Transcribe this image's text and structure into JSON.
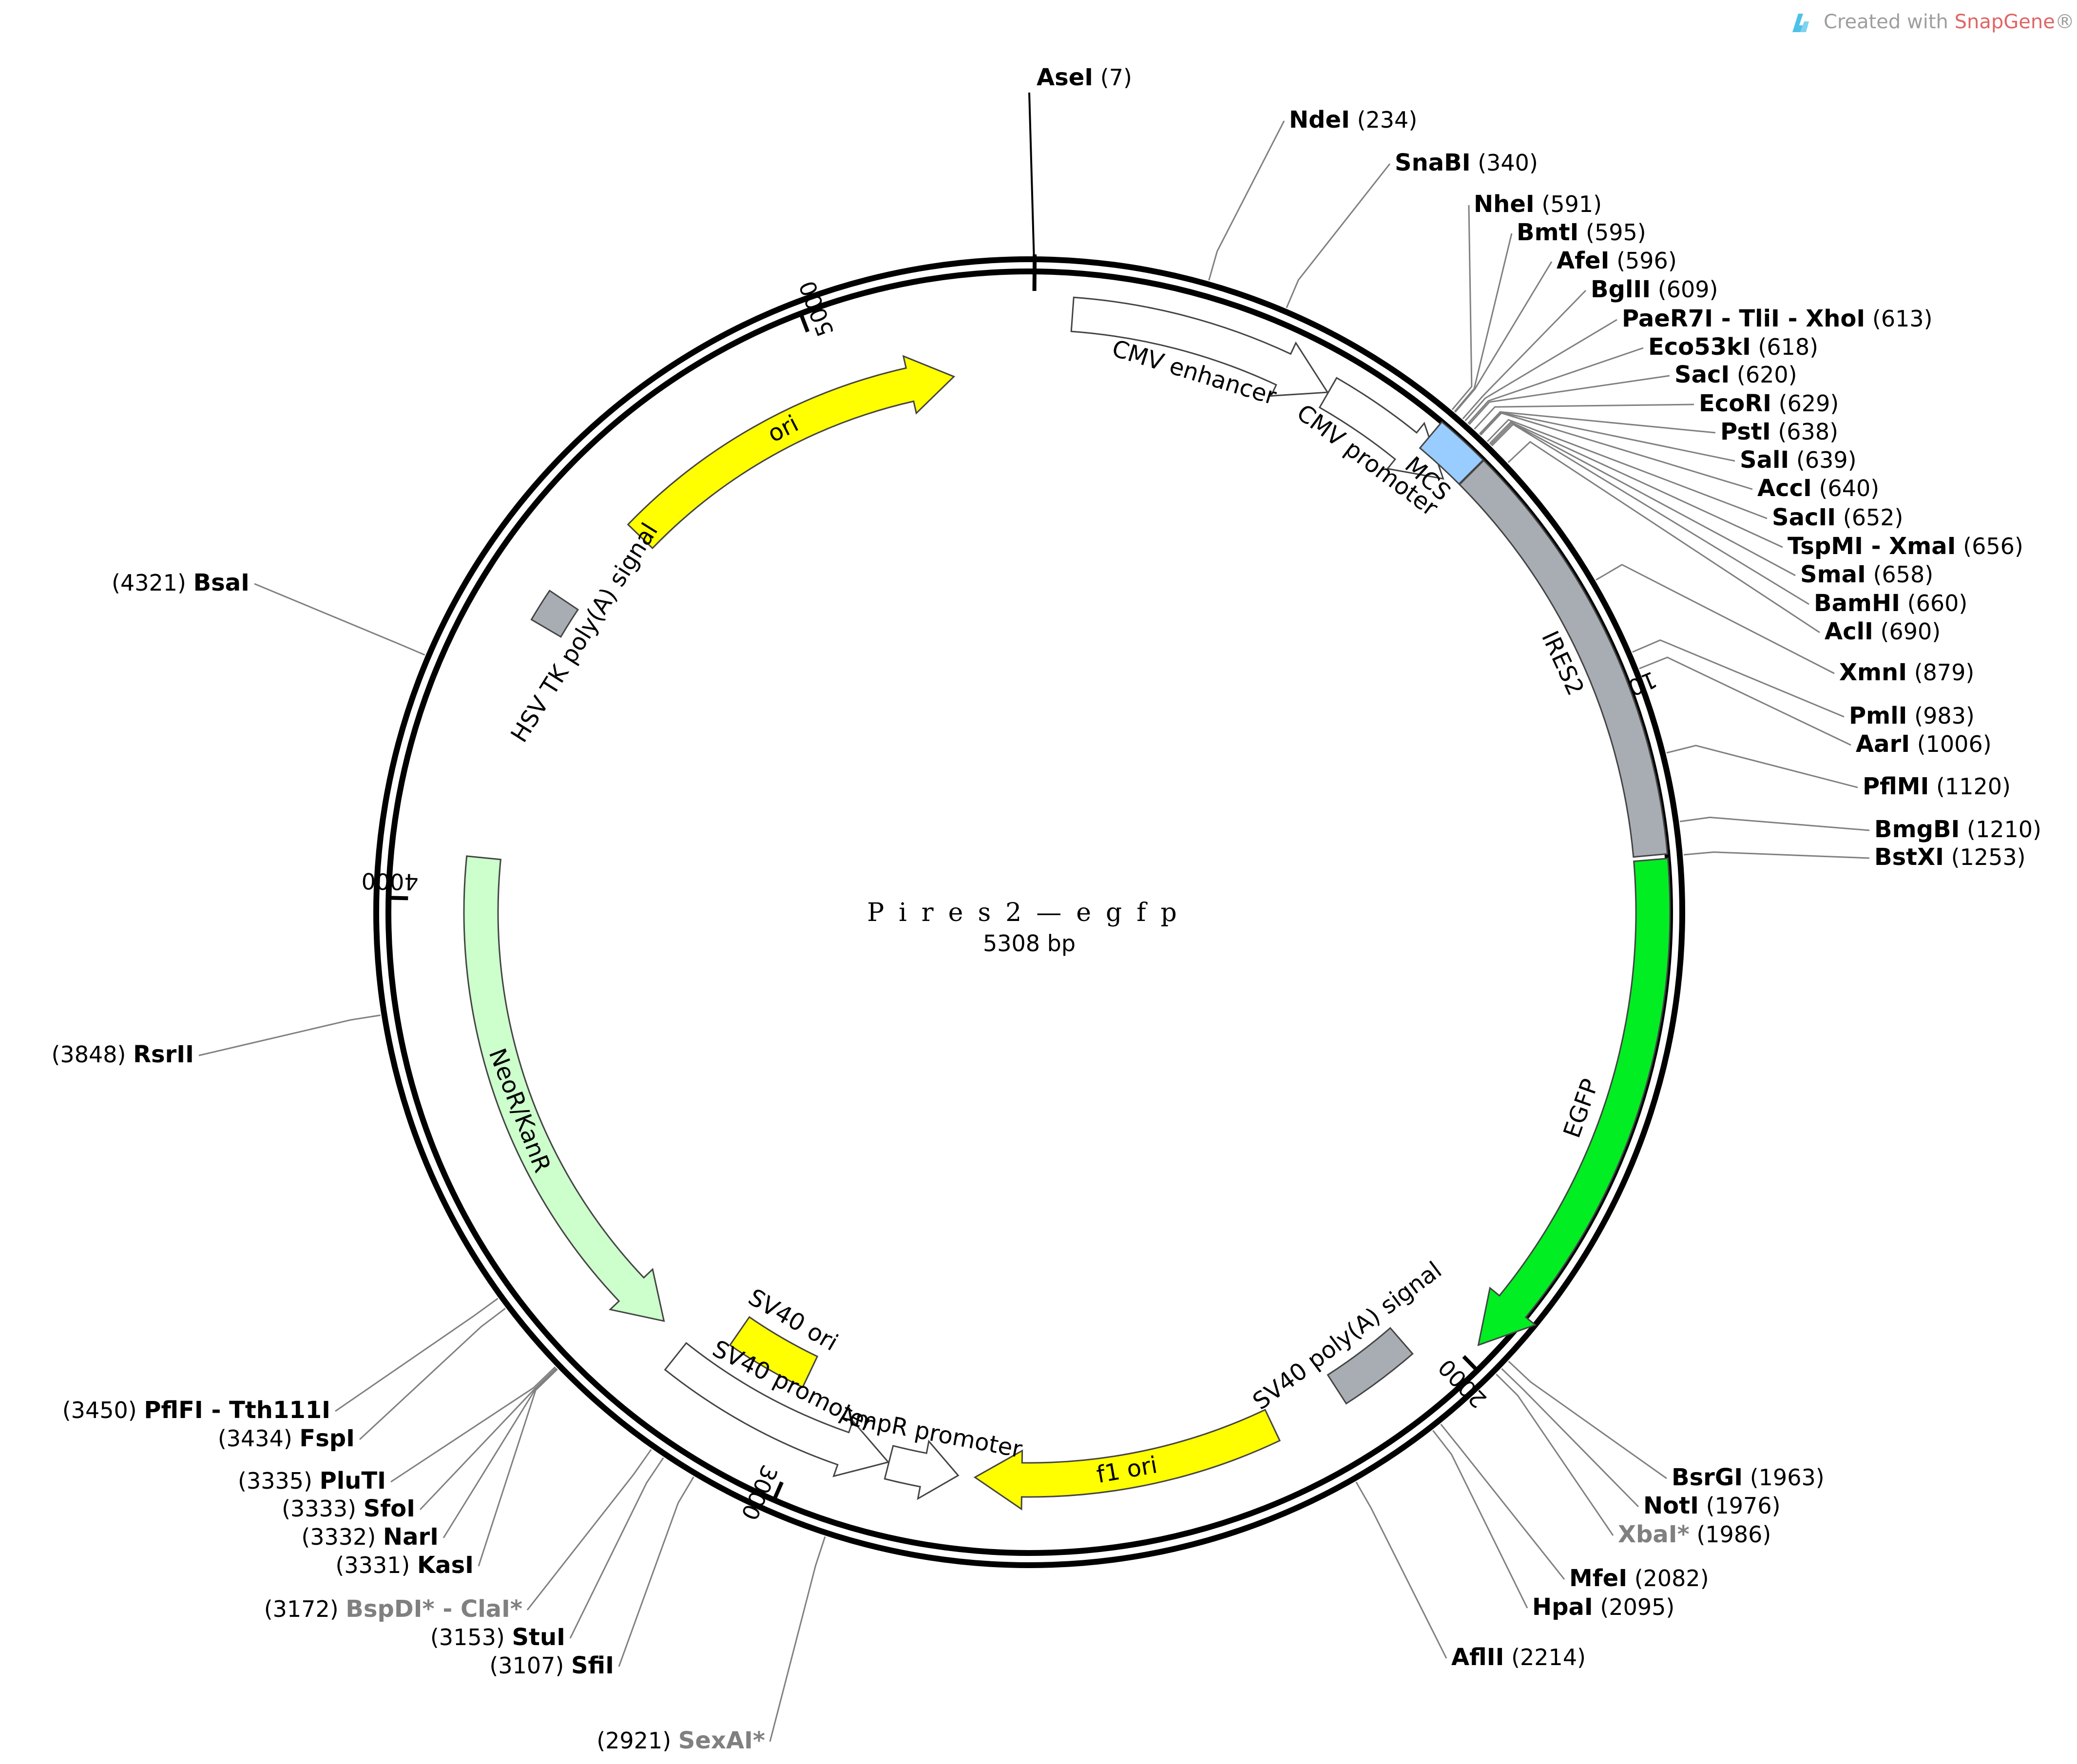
{
  "header": {
    "credit_prefix": "Created with ",
    "credit_brand": "SnapGene",
    "credit_suffix": "®"
  },
  "plasmid": {
    "name": "Pires2—egfp",
    "length_label": "5308 bp",
    "length_bp": 5308
  },
  "ticks": [
    {
      "bp": 1000,
      "label": "1000"
    },
    {
      "bp": 2000,
      "label": "2000"
    },
    {
      "bp": 3000,
      "label": "3000"
    },
    {
      "bp": 4000,
      "label": "4000"
    },
    {
      "bp": 5000,
      "label": "5000"
    }
  ],
  "features": [
    {
      "name": "CMV enhancer",
      "start": 61,
      "end": 440,
      "strand": 1,
      "color": "#ffffff",
      "type": "arrow"
    },
    {
      "name": "CMV promoter",
      "start": 441,
      "end": 644,
      "strand": 1,
      "color": "#ffffff",
      "type": "arrow"
    },
    {
      "name": "MCS",
      "start": 591,
      "end": 665,
      "strand": 0,
      "color": "#99ccff",
      "type": "box"
    },
    {
      "name": "IRES2",
      "start": 666,
      "end": 1250,
      "strand": 0,
      "color": "#a8adb3",
      "type": "box"
    },
    {
      "name": "EGFP",
      "start": 1256,
      "end": 1975,
      "strand": 1,
      "color": "#00ee22",
      "type": "arrow"
    },
    {
      "name": "SV40 poly(A) signal",
      "start": 2050,
      "end": 2170,
      "strand": 0,
      "color": "#a8adb3",
      "type": "box"
    },
    {
      "name": "f1 ori",
      "start": 2280,
      "end": 2735,
      "strand": 1,
      "color": "#ffff00",
      "type": "arrow"
    },
    {
      "name": "AmpR promoter",
      "start": 2760,
      "end": 2865,
      "strand": -1,
      "color": "#ffffff",
      "type": "arrow"
    },
    {
      "name": "SV40 promoter",
      "start": 2866,
      "end": 3222,
      "strand": -1,
      "color": "#ffffff",
      "type": "arrow"
    },
    {
      "name": "SV40 ori",
      "start": 3030,
      "end": 3165,
      "strand": 0,
      "color": "#ffff00",
      "type": "box"
    },
    {
      "name": "NeoR/KanR",
      "start": 3270,
      "end": 4065,
      "strand": -1,
      "color": "#ccffcc",
      "type": "arrow"
    },
    {
      "name": "HSV TK poly(A) signal",
      "start": 4430,
      "end": 4480,
      "strand": 0,
      "color": "#a8adb3",
      "type": "box"
    },
    {
      "name": "ori",
      "start": 4630,
      "end": 5190,
      "strand": 1,
      "color": "#ffff00",
      "type": "arrow"
    }
  ],
  "enzymes": [
    {
      "name": "AseI",
      "pos": "(7)",
      "bp": 7,
      "gray": false
    },
    {
      "name": "NdeI",
      "pos": "(234)",
      "bp": 234,
      "gray": false
    },
    {
      "name": "SnaBI",
      "pos": "(340)",
      "bp": 340,
      "gray": false
    },
    {
      "name": "NheI",
      "pos": "(591)",
      "bp": 591,
      "gray": false
    },
    {
      "name": "BmtI",
      "pos": "(595)",
      "bp": 595,
      "gray": false
    },
    {
      "name": "AfeI",
      "pos": "(596)",
      "bp": 596,
      "gray": false
    },
    {
      "name": "BglII",
      "pos": "(609)",
      "bp": 609,
      "gray": false
    },
    {
      "name": "PaeR7I - TliI - XhoI",
      "pos": "(613)",
      "bp": 613,
      "gray": false
    },
    {
      "name": "Eco53kI",
      "pos": "(618)",
      "bp": 618,
      "gray": false
    },
    {
      "name": "SacI",
      "pos": "(620)",
      "bp": 620,
      "gray": false
    },
    {
      "name": "EcoRI",
      "pos": "(629)",
      "bp": 629,
      "gray": false
    },
    {
      "name": "PstI",
      "pos": "(638)",
      "bp": 638,
      "gray": false
    },
    {
      "name": "SalI",
      "pos": "(639)",
      "bp": 639,
      "gray": false
    },
    {
      "name": "AccI",
      "pos": "(640)",
      "bp": 640,
      "gray": false
    },
    {
      "name": "SacII",
      "pos": "(652)",
      "bp": 652,
      "gray": false
    },
    {
      "name": "TspMI - XmaI",
      "pos": "(656)",
      "bp": 656,
      "gray": false
    },
    {
      "name": "SmaI",
      "pos": "(658)",
      "bp": 658,
      "gray": false
    },
    {
      "name": "BamHI",
      "pos": "(660)",
      "bp": 660,
      "gray": false
    },
    {
      "name": "AclI",
      "pos": "(690)",
      "bp": 690,
      "gray": false
    },
    {
      "name": "XmnI",
      "pos": "(879)",
      "bp": 879,
      "gray": false
    },
    {
      "name": "PmlI",
      "pos": "(983)",
      "bp": 983,
      "gray": false
    },
    {
      "name": "AarI",
      "pos": "(1006)",
      "bp": 1006,
      "gray": false
    },
    {
      "name": "PflMI",
      "pos": "(1120)",
      "bp": 1120,
      "gray": false
    },
    {
      "name": "BmgBI",
      "pos": "(1210)",
      "bp": 1210,
      "gray": false
    },
    {
      "name": "BstXI",
      "pos": "(1253)",
      "bp": 1253,
      "gray": false
    },
    {
      "name": "BsrGI",
      "pos": "(1963)",
      "bp": 1963,
      "gray": false
    },
    {
      "name": "NotI",
      "pos": "(1976)",
      "bp": 1976,
      "gray": false
    },
    {
      "name": "XbaI*",
      "pos": "(1986)",
      "bp": 1986,
      "gray": true
    },
    {
      "name": "MfeI",
      "pos": "(2082)",
      "bp": 2082,
      "gray": false
    },
    {
      "name": "HpaI",
      "pos": "(2095)",
      "bp": 2095,
      "gray": false
    },
    {
      "name": "AflII",
      "pos": "(2214)",
      "bp": 2214,
      "gray": false
    },
    {
      "name": "SexAI*",
      "pos": "(2921)",
      "bp": 2921,
      "gray": true
    },
    {
      "name": "SfiI",
      "pos": "(3107)",
      "bp": 3107,
      "gray": false
    },
    {
      "name": "StuI",
      "pos": "(3153)",
      "bp": 3153,
      "gray": false
    },
    {
      "name": "BspDI* - ClaI*",
      "pos": "(3172)",
      "bp": 3172,
      "gray": true
    },
    {
      "name": "KasI",
      "pos": "(3331)",
      "bp": 3331,
      "gray": false
    },
    {
      "name": "NarI",
      "pos": "(3332)",
      "bp": 3332,
      "gray": false
    },
    {
      "name": "SfoI",
      "pos": "(3333)",
      "bp": 3333,
      "gray": false
    },
    {
      "name": "PluTI",
      "pos": "(3335)",
      "bp": 3335,
      "gray": false
    },
    {
      "name": "FspI",
      "pos": "(3434)",
      "bp": 3434,
      "gray": false
    },
    {
      "name": "PflFI - Tth111I",
      "pos": "(3450)",
      "bp": 3450,
      "gray": false
    },
    {
      "name": "RsrII",
      "pos": "(3848)",
      "bp": 3848,
      "gray": false
    },
    {
      "name": "BsaI",
      "pos": "(4321)",
      "bp": 4321,
      "gray": false
    }
  ]
}
